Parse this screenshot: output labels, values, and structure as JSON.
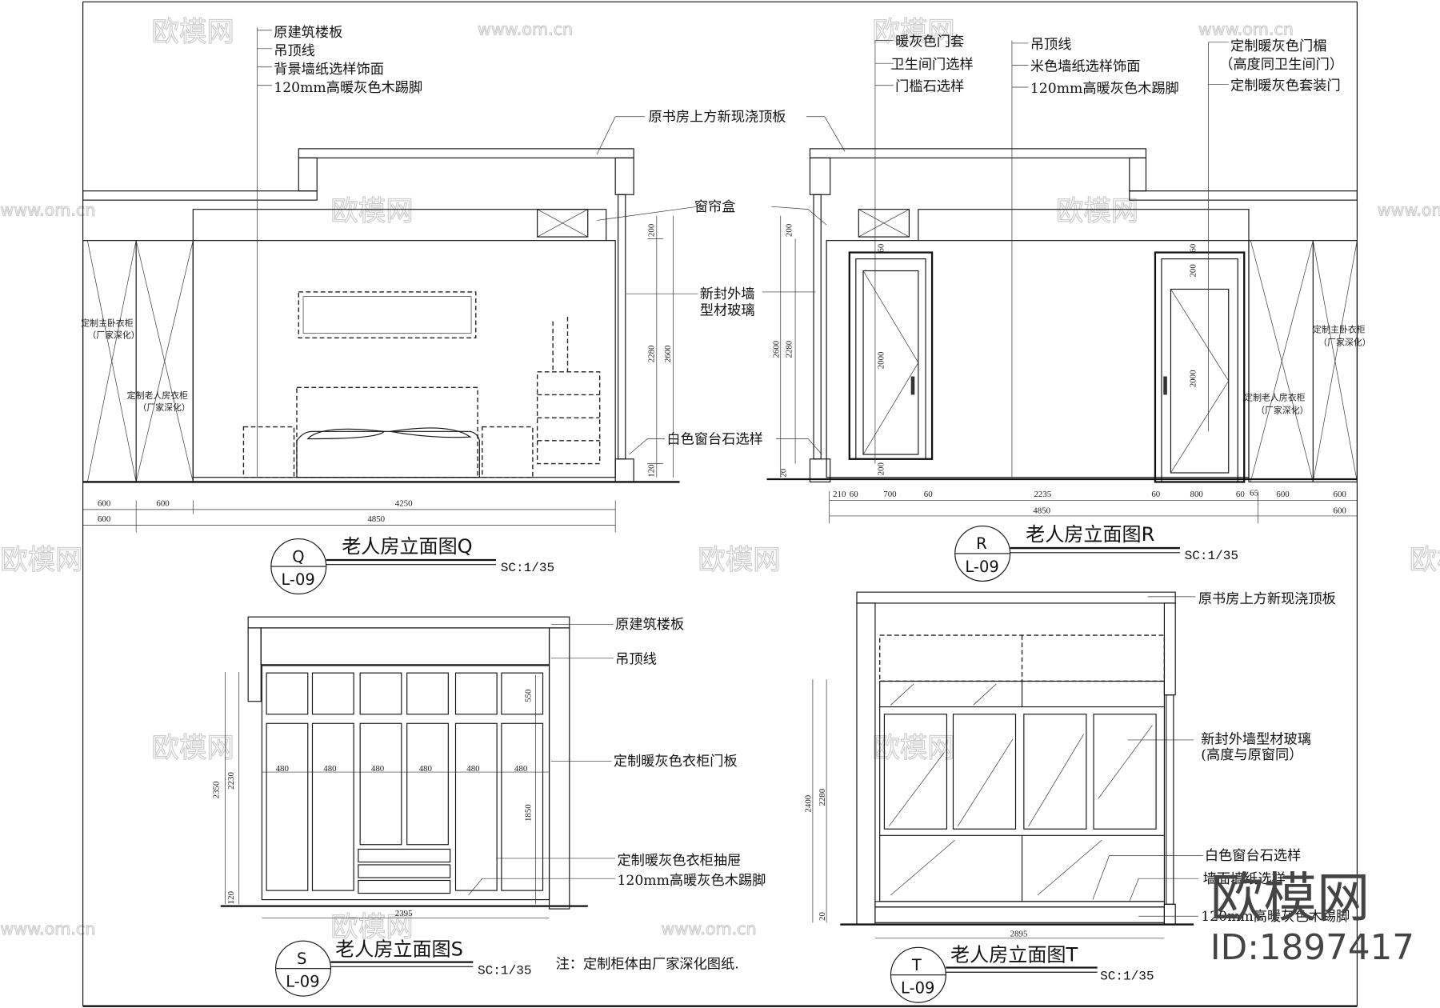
{
  "drawing_q": {
    "title": "老人房立面图Q",
    "mark": "Q",
    "sheet": "L-09",
    "scale": "SC:1/35",
    "labels": [
      "原建筑楼板",
      "吊顶线",
      "背景墙纸选样饰面",
      "120mm高暖灰色木踢脚",
      "原书房上方新现浇顶板",
      "窗帘盒",
      "新封外墙",
      "型材玻璃",
      "白色窗台石选样"
    ],
    "wardrobe_labels": [
      "定制主卧衣柜",
      "（厂家深化）",
      "定制老人房衣柜",
      "（厂家深化）"
    ],
    "dims_row1": [
      "600",
      "600",
      "4250"
    ],
    "dims_row2": [
      "600",
      "4850"
    ],
    "dims_vertical": [
      "200",
      "2280",
      "2600",
      "120"
    ]
  },
  "drawing_r": {
    "title": "老人房立面图R",
    "mark": "R",
    "sheet": "L-09",
    "scale": "SC:1/35",
    "labels": [
      "暖灰色门套",
      "卫生间门选样",
      "门槛石选样",
      "吊顶线",
      "米色墙纸选样饰面",
      "120mm高暖灰色木踢脚",
      "定制暖灰色门楣",
      "（高度同卫生间门）",
      "定制暖灰色套装门"
    ],
    "wardrobe_labels": [
      "定制主卧衣柜",
      "（厂家深化）",
      "定制老人房衣柜",
      "（厂家深化）"
    ],
    "dims_row1": [
      "210",
      "60",
      "700",
      "60",
      "2235",
      "60",
      "800",
      "60",
      "65",
      "600",
      "600"
    ],
    "dims_row2": [
      "4850",
      "600"
    ],
    "dims_vertical": [
      "2600",
      "2280",
      "200",
      "20",
      "60",
      "2000",
      "200",
      "60",
      "200",
      "2000"
    ]
  },
  "drawing_s": {
    "title": "老人房立面图S",
    "mark": "S",
    "sheet": "L-09",
    "scale": "SC:1/35",
    "labels": [
      "原建筑楼板",
      "吊顶线",
      "定制暖灰色衣柜门板",
      "定制暖灰色衣柜抽屉",
      "120mm高暖灰色木踢脚"
    ],
    "note": "注：定制柜体由厂家深化图纸.",
    "door_widths": [
      "480",
      "480",
      "480",
      "480",
      "480",
      "480"
    ],
    "dims_vertical": [
      "2350",
      "2230",
      "120",
      "550",
      "1850"
    ],
    "dims_width": "2395"
  },
  "drawing_t": {
    "title": "老人房立面图T",
    "mark": "T",
    "sheet": "L-09",
    "scale": "SC:1/35",
    "labels": [
      "原书房上方新现浇顶板",
      "新封外墙型材玻璃",
      "(高度与原窗同）",
      "白色窗台石选样",
      "墙面墙纸选样",
      "120mm高暖灰色木踢脚"
    ],
    "dims_vertical": [
      "2400",
      "2280",
      "20"
    ],
    "dims_width": "2895"
  },
  "watermark": {
    "brand": "欧模网",
    "site": "www.om.cn",
    "id": "ID:1897417"
  }
}
